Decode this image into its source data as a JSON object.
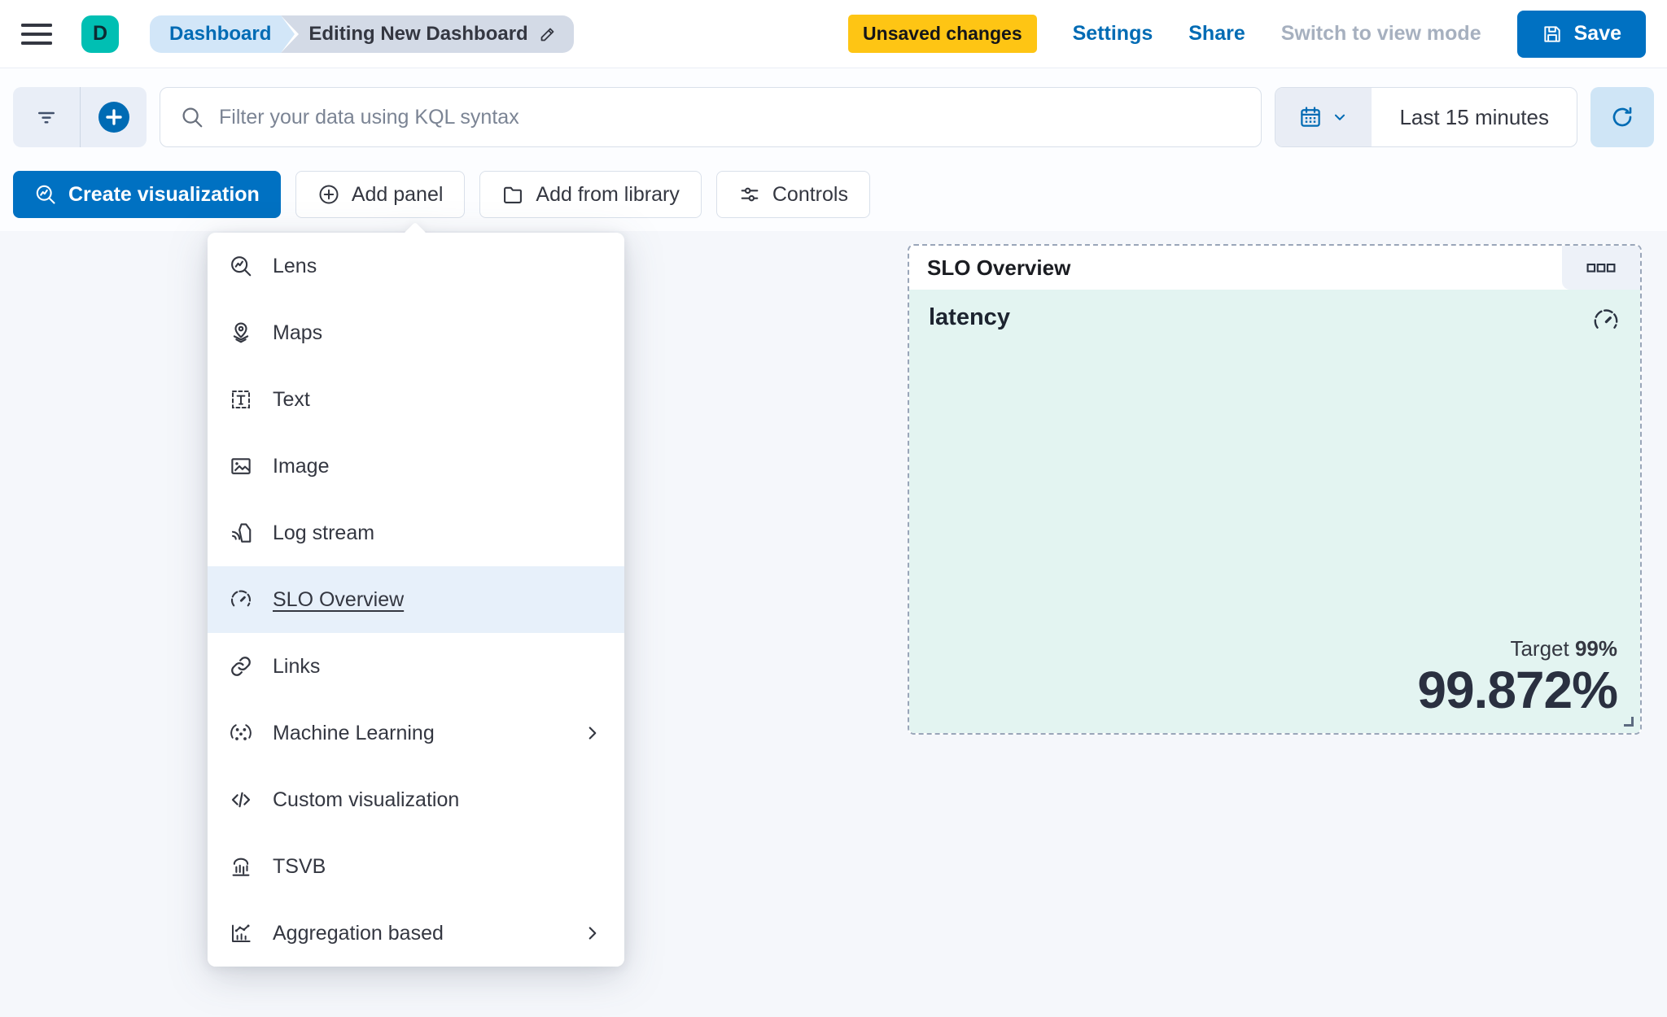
{
  "header": {
    "avatar_label": "D",
    "breadcrumb": {
      "root": "Dashboard",
      "current": "Editing New Dashboard"
    },
    "unsaved_badge": "Unsaved changes",
    "links": [
      "Settings",
      "Share"
    ],
    "view_mode_label": "Switch to view mode",
    "save_label": "Save"
  },
  "filter_bar": {
    "search_placeholder": "Filter your data using KQL syntax",
    "search_value": "",
    "time_range": "Last 15 minutes"
  },
  "toolbar": {
    "create_visualization": "Create visualization",
    "add_panel": "Add panel",
    "add_from_library": "Add from library",
    "controls": "Controls"
  },
  "add_panel_menu": {
    "items": [
      {
        "label": "Lens",
        "icon": "lens-icon",
        "submenu": false,
        "selected": false
      },
      {
        "label": "Maps",
        "icon": "maps-icon",
        "submenu": false,
        "selected": false
      },
      {
        "label": "Text",
        "icon": "text-icon",
        "submenu": false,
        "selected": false
      },
      {
        "label": "Image",
        "icon": "image-icon",
        "submenu": false,
        "selected": false
      },
      {
        "label": "Log stream",
        "icon": "log-stream-icon",
        "submenu": false,
        "selected": false
      },
      {
        "label": "SLO Overview",
        "icon": "gauge-icon",
        "submenu": false,
        "selected": true
      },
      {
        "label": "Links",
        "icon": "link-icon",
        "submenu": false,
        "selected": false
      },
      {
        "label": "Machine Learning",
        "icon": "machine-learning-icon",
        "submenu": true,
        "selected": false
      },
      {
        "label": "Custom visualization",
        "icon": "code-icon",
        "submenu": false,
        "selected": false
      },
      {
        "label": "TSVB",
        "icon": "tsvb-icon",
        "submenu": false,
        "selected": false
      },
      {
        "label": "Aggregation based",
        "icon": "aggregation-icon",
        "submenu": true,
        "selected": false
      }
    ]
  },
  "slo_panel": {
    "title": "SLO Overview",
    "metric_name": "latency",
    "target_label": "Target",
    "target_value": "99%",
    "value": "99.872%"
  },
  "colors": {
    "primary_blue": "#0071c2",
    "link_blue": "#006bb4",
    "avatar_teal": "#00bfb3",
    "badge_yellow": "#fec514",
    "panel_mint": "#e3f4f1",
    "menu_highlight": "#e7f0fa",
    "text_dark": "#343741",
    "canvas_bg": "#f5f7fb"
  }
}
